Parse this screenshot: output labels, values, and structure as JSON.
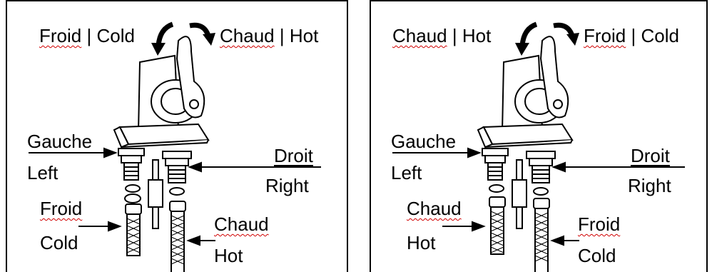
{
  "left_panel": {
    "top_left": {
      "fr": "Froid",
      "sep": "|",
      "en": "Cold"
    },
    "top_right": {
      "fr": "Chaud",
      "sep": "|",
      "en": "Hot"
    },
    "side_left": {
      "fr": "Gauche",
      "en": "Left"
    },
    "side_right": {
      "fr": "Droit",
      "en": "Right"
    },
    "hose_left": {
      "fr": "Froid",
      "en": "Cold"
    },
    "hose_right": {
      "fr": "Chaud",
      "en": "Hot"
    }
  },
  "right_panel": {
    "top_left": {
      "fr": "Chaud",
      "sep": "|",
      "en": "Hot"
    },
    "top_right": {
      "fr": "Froid",
      "sep": "|",
      "en": "Cold"
    },
    "side_left": {
      "fr": "Gauche",
      "en": "Left"
    },
    "side_right": {
      "fr": "Droit",
      "en": "Right"
    },
    "hose_left": {
      "fr": "Chaud",
      "en": "Hot"
    },
    "hose_right": {
      "fr": "Froid",
      "en": "Cold"
    }
  }
}
